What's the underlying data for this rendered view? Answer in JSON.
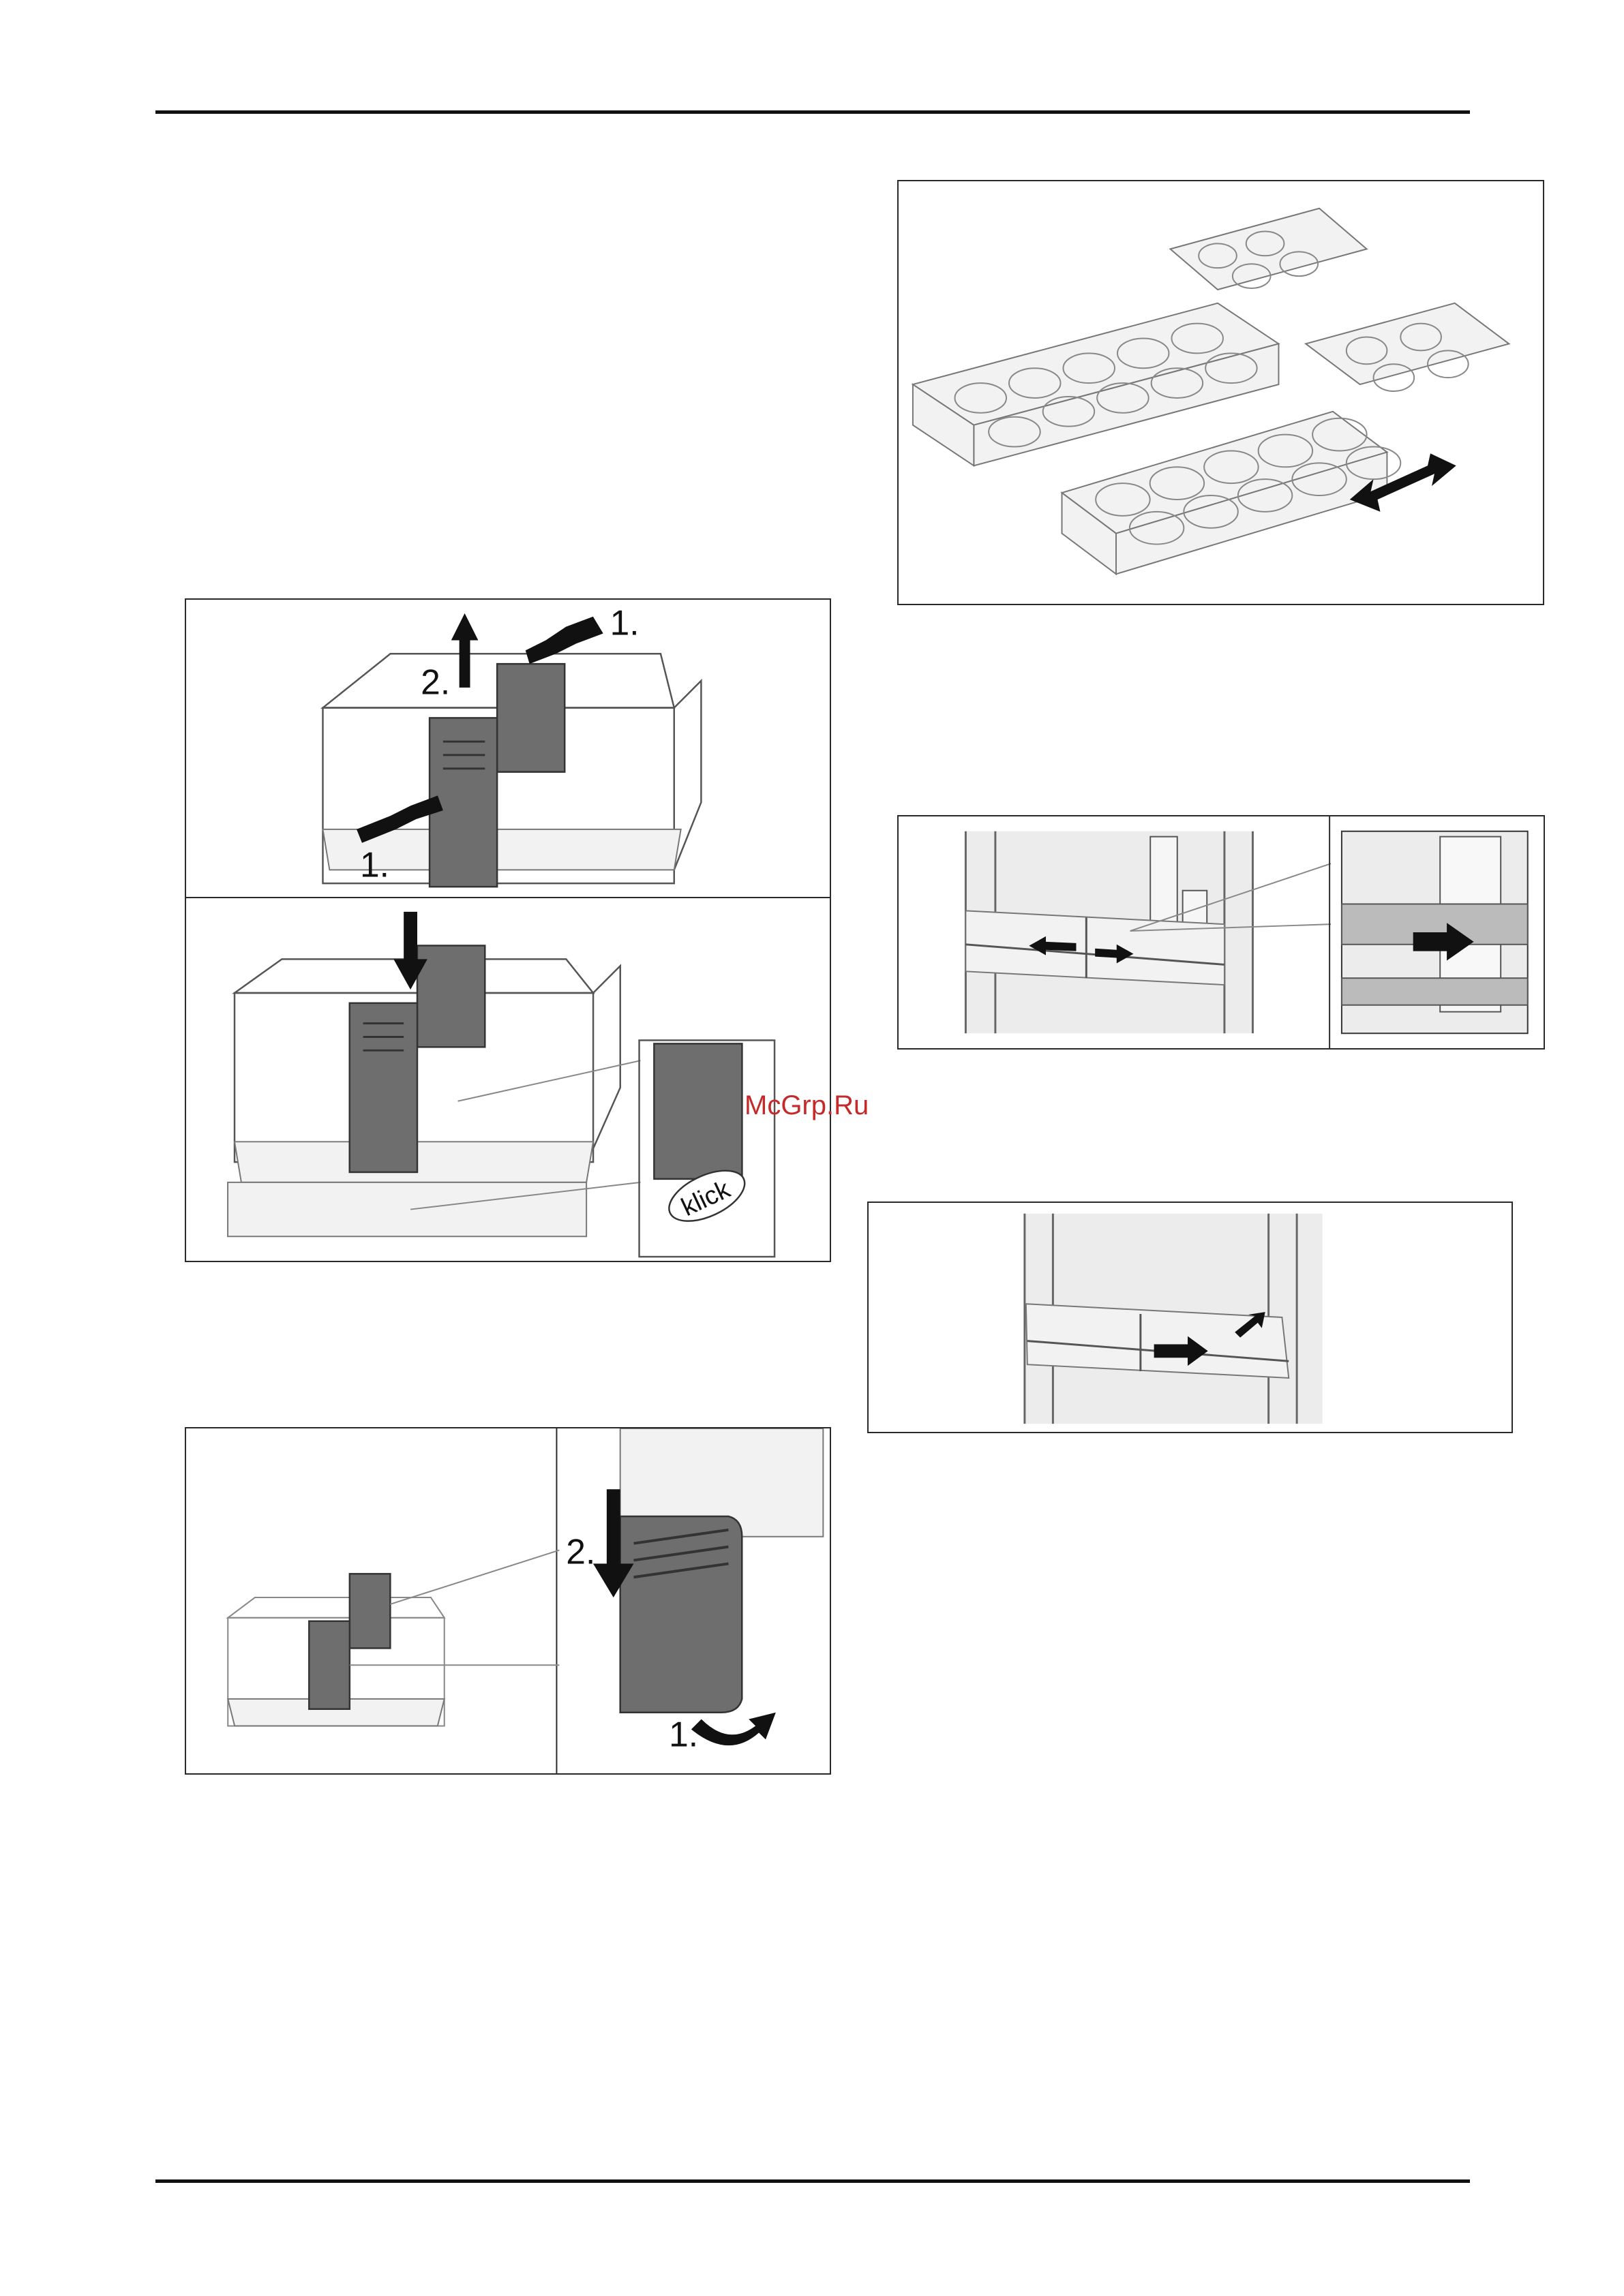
{
  "figures": {
    "divider_top": {
      "step1_top": "1.",
      "step2": "2.",
      "step1_bottom": "1."
    },
    "divider_insert": {
      "klick": "klick"
    },
    "divider_remove": {
      "step2": "2.",
      "step1": "1."
    }
  },
  "watermark": "McGrp.Ru"
}
